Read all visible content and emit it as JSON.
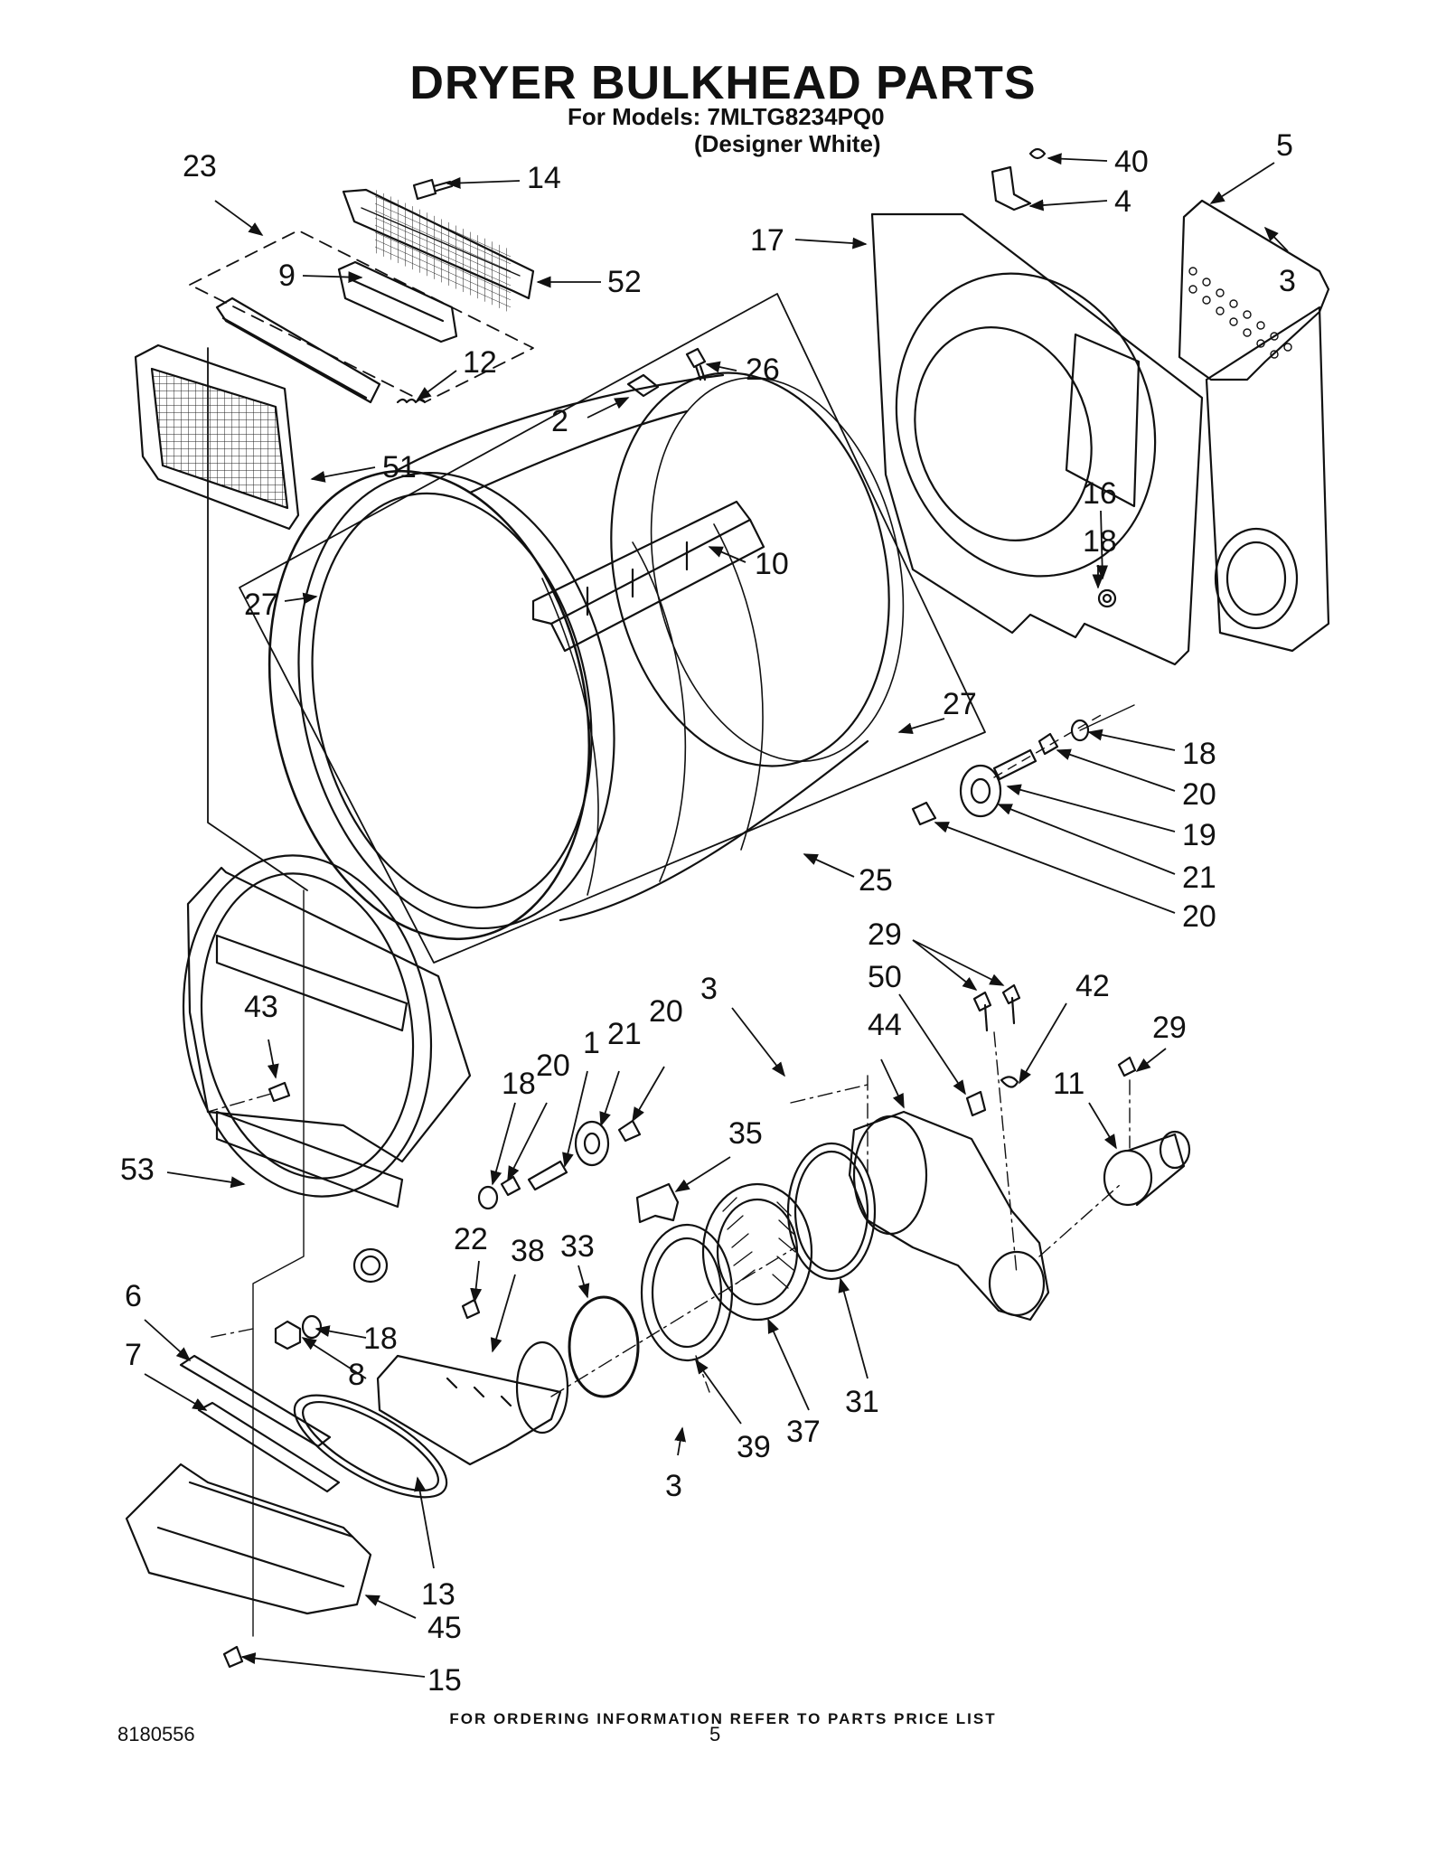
{
  "header": {
    "title": "DRYER BULKHEAD PARTS",
    "models_line": "For Models: 7MLTG8234PQ0",
    "variant_line": "(Designer White)"
  },
  "callouts": [
    {
      "id": "p23",
      "label": "23"
    },
    {
      "id": "p14",
      "label": "14"
    },
    {
      "id": "p40",
      "label": "40"
    },
    {
      "id": "p5",
      "label": "5"
    },
    {
      "id": "p4",
      "label": "4"
    },
    {
      "id": "p17",
      "label": "17"
    },
    {
      "id": "p3a",
      "label": "3"
    },
    {
      "id": "p52",
      "label": "52"
    },
    {
      "id": "p9",
      "label": "9"
    },
    {
      "id": "p12",
      "label": "12"
    },
    {
      "id": "p26",
      "label": "26"
    },
    {
      "id": "p2",
      "label": "2"
    },
    {
      "id": "p51",
      "label": "51"
    },
    {
      "id": "p16",
      "label": "16"
    },
    {
      "id": "p18a",
      "label": "18"
    },
    {
      "id": "p10",
      "label": "10"
    },
    {
      "id": "p27a",
      "label": "27"
    },
    {
      "id": "p27b",
      "label": "27"
    },
    {
      "id": "p18b",
      "label": "18"
    },
    {
      "id": "p20a",
      "label": "20"
    },
    {
      "id": "p19",
      "label": "19"
    },
    {
      "id": "p25",
      "label": "25"
    },
    {
      "id": "p21a",
      "label": "21"
    },
    {
      "id": "p20b",
      "label": "20"
    },
    {
      "id": "p29a",
      "label": "29"
    },
    {
      "id": "p50",
      "label": "50"
    },
    {
      "id": "p42",
      "label": "42"
    },
    {
      "id": "p3b",
      "label": "3"
    },
    {
      "id": "p43",
      "label": "43"
    },
    {
      "id": "p1",
      "label": "1"
    },
    {
      "id": "p21b",
      "label": "21"
    },
    {
      "id": "p20c",
      "label": "20"
    },
    {
      "id": "p44",
      "label": "44"
    },
    {
      "id": "p29b",
      "label": "29"
    },
    {
      "id": "p18c",
      "label": "18"
    },
    {
      "id": "p20d",
      "label": "20"
    },
    {
      "id": "p11",
      "label": "11"
    },
    {
      "id": "p35",
      "label": "35"
    },
    {
      "id": "p53",
      "label": "53"
    },
    {
      "id": "p22",
      "label": "22"
    },
    {
      "id": "p38",
      "label": "38"
    },
    {
      "id": "p33",
      "label": "33"
    },
    {
      "id": "p6",
      "label": "6"
    },
    {
      "id": "p18d",
      "label": "18"
    },
    {
      "id": "p7",
      "label": "7"
    },
    {
      "id": "p8",
      "label": "8"
    },
    {
      "id": "p31",
      "label": "31"
    },
    {
      "id": "p37",
      "label": "37"
    },
    {
      "id": "p39",
      "label": "39"
    },
    {
      "id": "p3c",
      "label": "3"
    },
    {
      "id": "p13",
      "label": "13"
    },
    {
      "id": "p45",
      "label": "45"
    },
    {
      "id": "p15",
      "label": "15"
    }
  ],
  "footer": {
    "ordering_note": "FOR ORDERING INFORMATION REFER TO PARTS PRICE LIST",
    "doc_number": "8180556",
    "page_number": "5"
  }
}
